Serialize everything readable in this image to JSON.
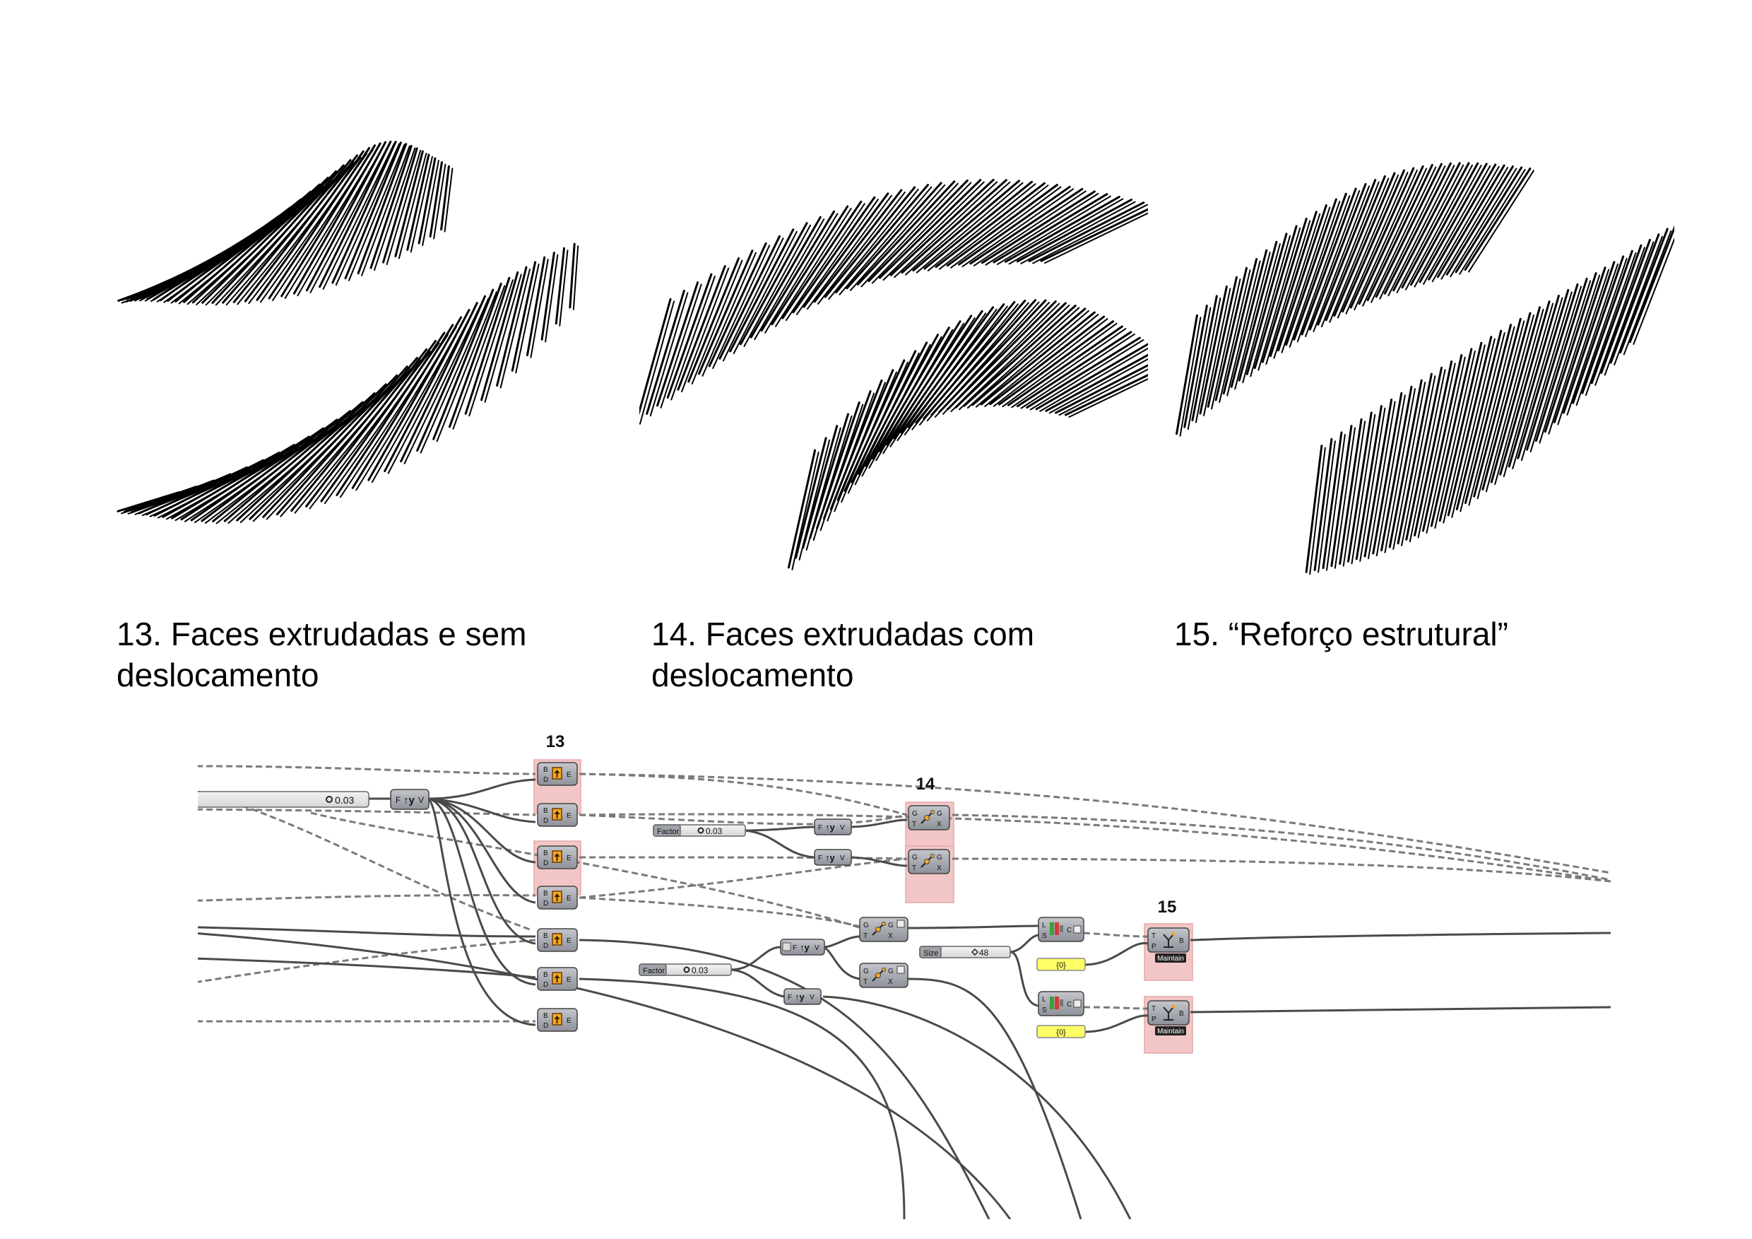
{
  "captions": {
    "c13": "13. Faces extrudadas e sem deslocamento",
    "c14": "14. Faces extrudadas com deslocamento",
    "c15": "15. “Reforço estrutural”"
  },
  "canvas": {
    "group_labels": {
      "g13": "13",
      "g14": "14",
      "g15": "15"
    },
    "number_slider_value": "0.03",
    "factor_label": "Factor",
    "factor_value": "0.03",
    "size_label": "Size",
    "size_value": "48",
    "panel_text": "{0}",
    "maintain_label": "Maintain",
    "port_labels": {
      "extrude_in_b": "B",
      "extrude_in_d": "D",
      "extrude_out_e": "E",
      "unit_in_f": "F",
      "unit_out_v": "V",
      "move_in_g": "G",
      "move_in_t": "T",
      "move_out_g": "G",
      "move_out_x": "X",
      "cull_in_l": "L",
      "cull_in_s": "S",
      "cull_out_c": "C",
      "tree_in_t": "T",
      "tree_in_p": "P",
      "tree_out_b": "B"
    },
    "component_icons": [
      "extrude-icon",
      "unit-y-icon",
      "move-icon",
      "series-icon",
      "tree-branch-icon"
    ],
    "colors": {
      "canvas_bg": "#ffffff",
      "component_fill": "#9da0a8",
      "group_highlight": "#f2c6c6",
      "panel_yellow": "#ffff66",
      "wire": "#4a4a4a",
      "extrude_icon_orange": "#f5a623"
    }
  }
}
